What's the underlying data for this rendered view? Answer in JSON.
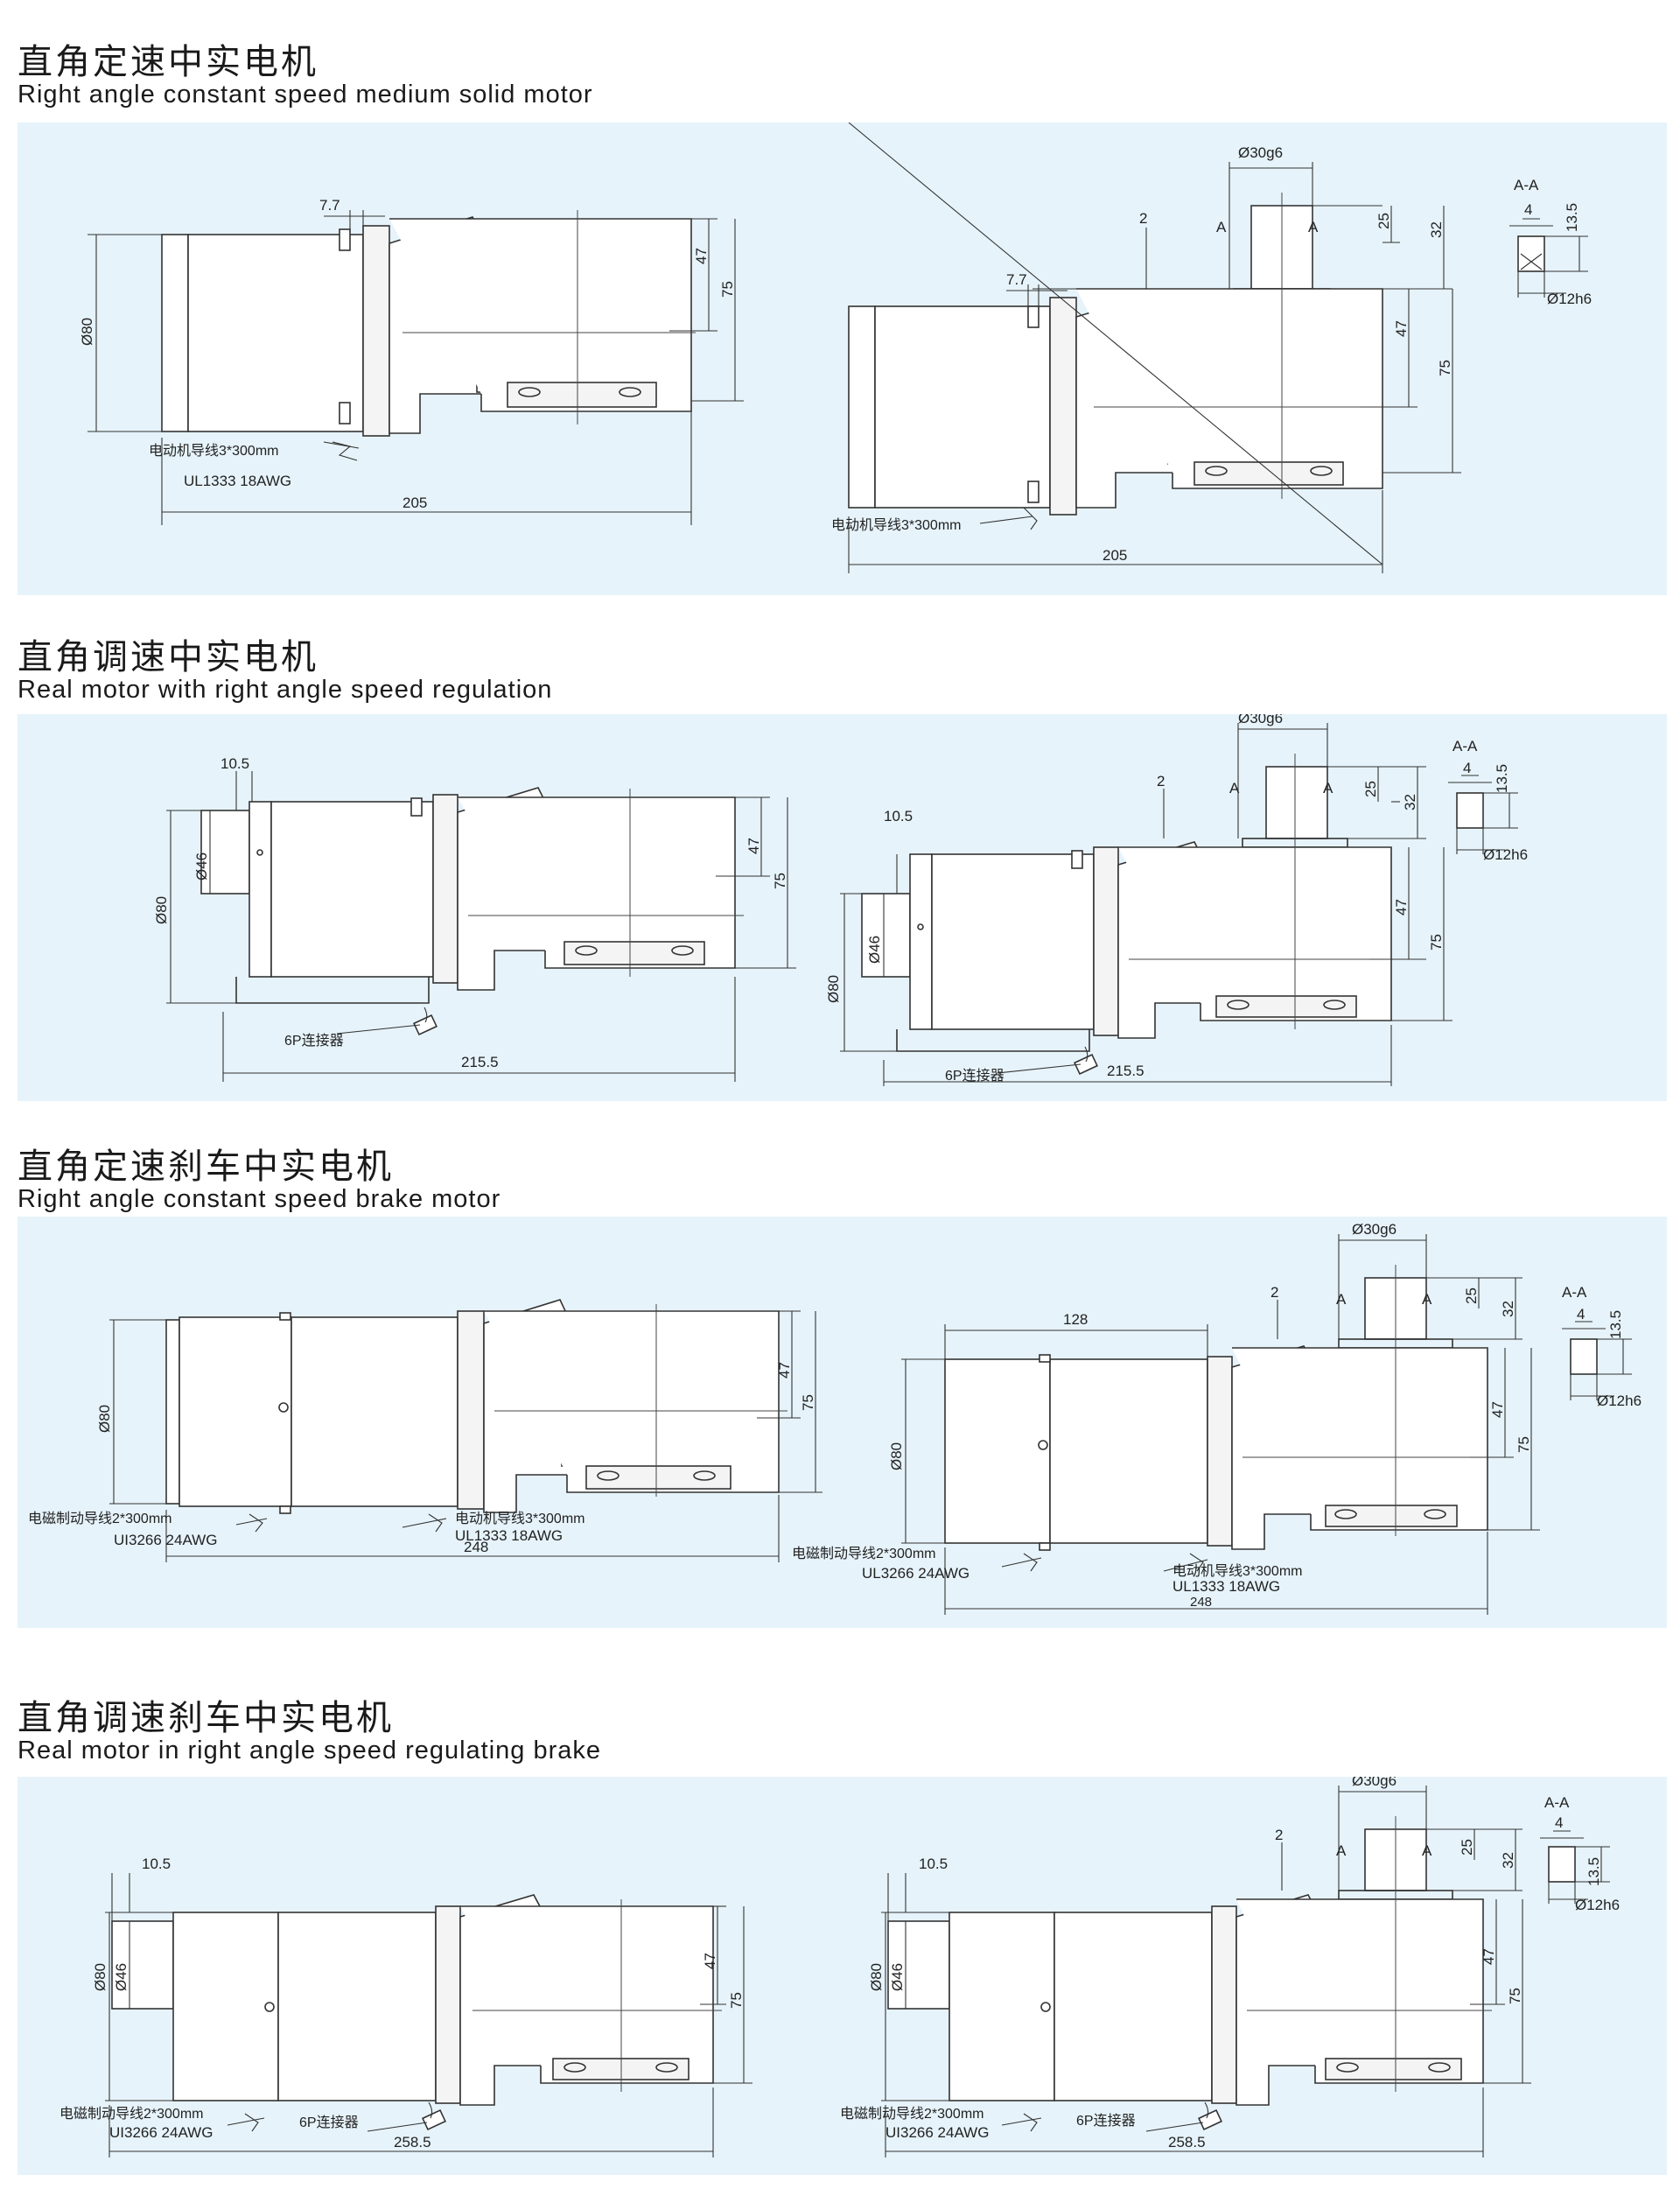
{
  "sections": [
    {
      "title_cn": "直角定速中实电机",
      "title_en": "Right angle constant speed medium solid motor",
      "left": {
        "d80": "Ø80",
        "offset": "7.7",
        "h47": "47",
        "h75": "75",
        "length": "205",
        "wire_cn": "电动机导线3*300mm",
        "wire_spec": "UL1333  18AWG"
      },
      "right": {
        "shaft": "Ø30g6",
        "two": "2",
        "a_mark": "A",
        "h25": "25",
        "h32": "32",
        "offset": "7.7",
        "h47": "47",
        "h75": "75",
        "length": "205",
        "wire_cn": "电动机导线3*300mm"
      },
      "aa": {
        "label": "A-A",
        "key": "4",
        "depth": "13.5",
        "dia": "Ø12h6"
      }
    },
    {
      "title_cn": "直角调速中实电机",
      "title_en": "Real motor with right angle speed regulation",
      "left": {
        "offset": "10.5",
        "d80": "Ø80",
        "d46": "Ø46",
        "h47": "47",
        "h75": "75",
        "length": "215.5",
        "connector": "6P连接器"
      },
      "right": {
        "shaft": "Ø30g6",
        "two": "2",
        "a_mark": "A",
        "h25": "25",
        "h32": "32",
        "offset": "10.5",
        "d80": "Ø80",
        "d46": "Ø46",
        "h47": "47",
        "h75": "75",
        "length": "215.5",
        "connector": "6P连接器"
      },
      "aa": {
        "label": "A-A",
        "key": "4",
        "depth": "13.5",
        "dia": "Ø12h6"
      }
    },
    {
      "title_cn": "直角定速刹车中实电机",
      "title_en": "Right angle constant speed brake motor",
      "left": {
        "d80": "Ø80",
        "h47": "47",
        "h75": "75",
        "length": "248",
        "brake_cn": "电磁制动导线2*300mm",
        "brake_spec": "UI3266  24AWG",
        "wire_cn": "电动机导线3*300mm",
        "wire_spec": "UL1333  18AWG"
      },
      "right": {
        "shaft": "Ø30g6",
        "two": "2",
        "a_mark": "A",
        "h25": "25",
        "h32": "32",
        "top": "128",
        "d80": "Ø80",
        "h47": "47",
        "h75": "75",
        "length": "248",
        "brake_cn": "电磁制动导线2*300mm",
        "brake_spec": "UL3266  24AWG",
        "wire_cn": "电动机导线3*300mm",
        "wire_spec": "UL1333  18AWG"
      },
      "aa": {
        "label": "A-A",
        "key": "4",
        "depth": "13.5",
        "dia": "Ø12h6"
      }
    },
    {
      "title_cn": "直角调速刹车中实电机",
      "title_en": "Real motor in right angle speed regulating brake",
      "left": {
        "offset": "10.5",
        "d80": "Ø80",
        "d46": "Ø46",
        "h47": "47",
        "h75": "75",
        "length": "258.5",
        "brake_cn": "电磁制动导线2*300mm",
        "brake_spec": "UI3266  24AWG",
        "connector": "6P连接器"
      },
      "right": {
        "shaft": "Ø30g6",
        "two": "2",
        "a_mark": "A",
        "h25": "25",
        "h32": "32",
        "offset": "10.5",
        "d80": "Ø80",
        "d46": "Ø46",
        "h47": "47",
        "h75": "75",
        "length": "258.5",
        "brake_cn": "电磁制动导线2*300mm",
        "brake_spec": "UI3266  24AWG",
        "connector": "6P连接器"
      },
      "aa": {
        "label": "A-A",
        "key": "4",
        "depth": "13.5",
        "dia": "Ø12h6"
      }
    }
  ]
}
